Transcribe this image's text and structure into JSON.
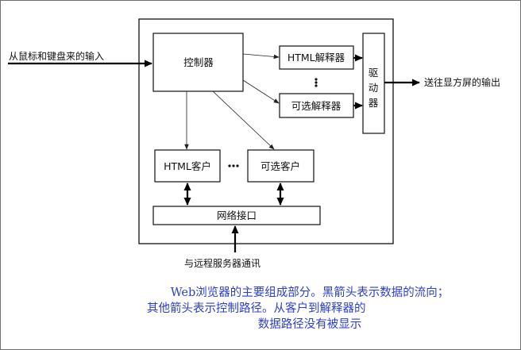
{
  "input_label": "从鼠标和键盘来的输入",
  "output_label": "送往显方屏的输出",
  "network_label": "与远程服务器通讯",
  "boxes": {
    "controller": "控制器",
    "html_interpreter": "HTML解释器",
    "optional_interpreter": "可选解释器",
    "driver_chars": [
      "驱",
      "动",
      "器"
    ],
    "html_client": "HTML客户",
    "optional_client": "可选客户",
    "network_interface": "网络接口"
  },
  "caption": {
    "line1": "Web浏览器的主要组成部分。黑箭头表示数据的流向；",
    "line2": "其他箭头表示控制路径。从客户到解释器的",
    "line3": "数据路径没有被显示"
  }
}
